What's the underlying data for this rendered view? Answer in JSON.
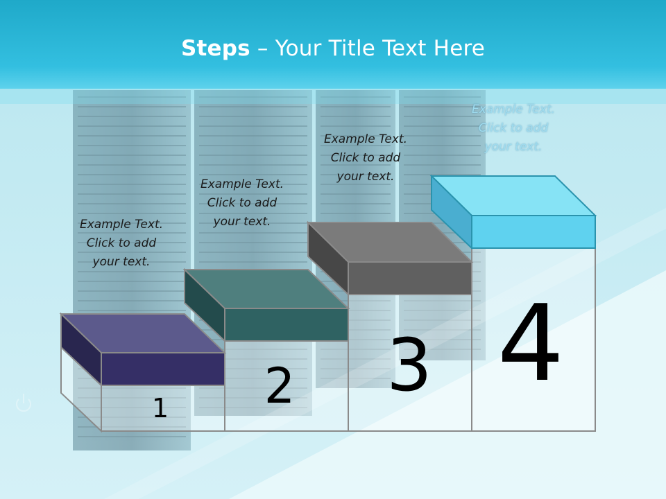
{
  "title": {
    "bold": "Steps",
    "dash": " – ",
    "rest": "Your Title Text Here"
  },
  "colors": {
    "header": "#2bb6d6",
    "step1": "#352f66",
    "step2": "#2f6262",
    "step3": "#606060",
    "step4": "#5fd2ef",
    "outline": "#8a8a8a"
  },
  "steps": [
    {
      "number": "1",
      "lines": [
        "Example Text.",
        "Click  to add",
        "your text."
      ]
    },
    {
      "number": "2",
      "lines": [
        "Example Text.",
        "Click  to add",
        "your text."
      ]
    },
    {
      "number": "3",
      "lines": [
        "Example Text.",
        "Click  to add",
        "your text."
      ]
    },
    {
      "number": "4",
      "lines": [
        "Example Text.",
        "Click  to add",
        "your text."
      ]
    }
  ]
}
